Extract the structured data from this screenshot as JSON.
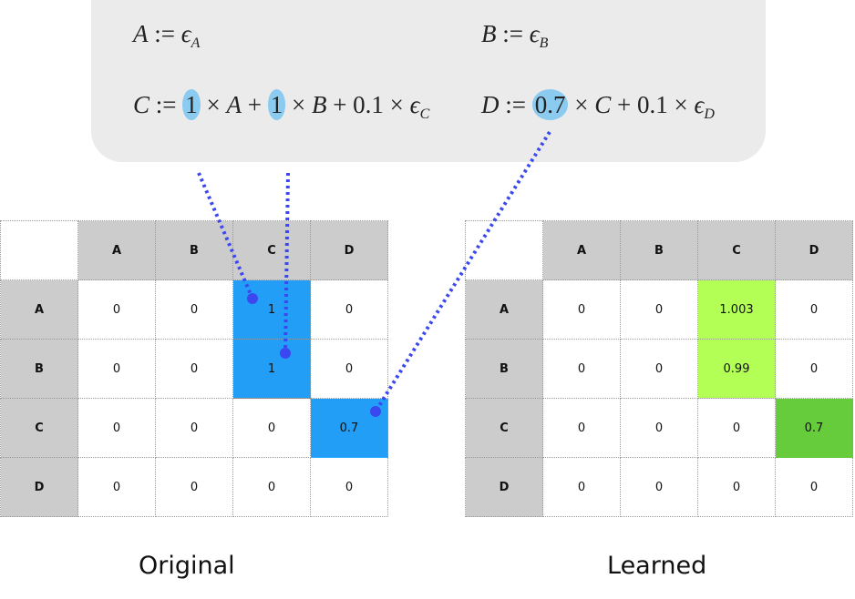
{
  "equations": {
    "a": {
      "lhs": "A",
      "op": " := ",
      "eps": "ϵ",
      "sub": "A"
    },
    "b": {
      "lhs": "B",
      "op": " := ",
      "eps": "ϵ",
      "sub": "B"
    },
    "c": {
      "lhs": "C",
      "op": " := ",
      "coef1": "1",
      "t1": " × ",
      "v1": "A",
      "plus1": " + ",
      "coef2": "1",
      "t2": " × ",
      "v2": "B",
      "plus2": " + 0.1 × ",
      "eps": "ϵ",
      "sub": "C"
    },
    "d": {
      "lhs": "D",
      "op": " := ",
      "coef1": "0.7",
      "t1": " × ",
      "v1": "C",
      "plus": " + 0.1 × ",
      "eps": "ϵ",
      "sub": "D"
    }
  },
  "headers": [
    "A",
    "B",
    "C",
    "D"
  ],
  "original": {
    "caption": "Original",
    "rows": [
      [
        "0",
        "0",
        "1",
        "0"
      ],
      [
        "0",
        "0",
        "1",
        "0"
      ],
      [
        "0",
        "0",
        "0",
        "0.7"
      ],
      [
        "0",
        "0",
        "0",
        "0"
      ]
    ]
  },
  "learned": {
    "caption": "Learned",
    "rows": [
      [
        "0",
        "0",
        "1.003",
        "0"
      ],
      [
        "0",
        "0",
        "0.99",
        "0"
      ],
      [
        "0",
        "0",
        "0",
        "0.7"
      ],
      [
        "0",
        "0",
        "0",
        "0"
      ]
    ]
  },
  "colors": {
    "highlight_original": "#229ef6",
    "learned_light": "#b3ff55",
    "learned_dark": "#66cc3c",
    "link": "#3b48f0"
  }
}
